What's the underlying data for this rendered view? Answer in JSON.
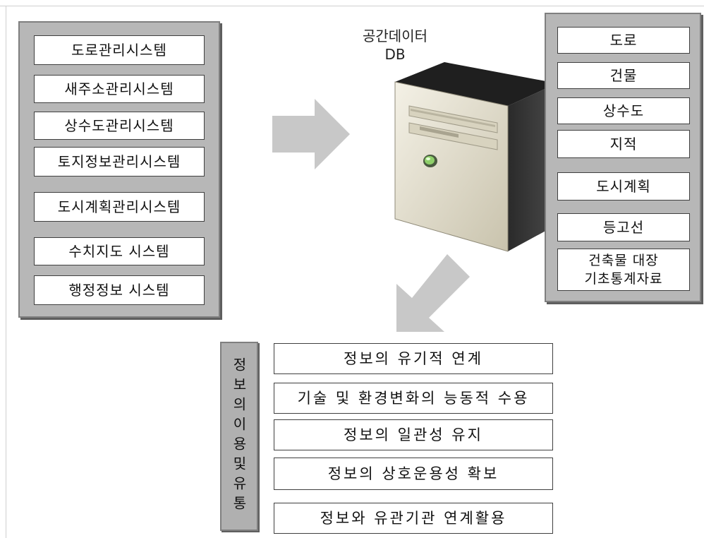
{
  "systems": [
    "도로관리시스템",
    "새주소관리시스템",
    "상수도관리시스템",
    "토지정보관리시스템",
    "도시계획관리시스템",
    "수치지도 시스템",
    "행정정보 시스템"
  ],
  "server": {
    "label_line1": "공간데이터",
    "label_line2": "DB"
  },
  "layers": [
    "도로",
    "건물",
    "상수도",
    "지적",
    "도시계획",
    "등고선",
    "건축물 대장\n기초통계자료"
  ],
  "usage": {
    "vertical_label": "정보의이용및유통",
    "items": [
      "정보의 유기적 연계",
      "기술 및 환경변화의 능동적 수용",
      "정보의 일관성 유지",
      "정보의 상호운용성 확보",
      "정보와 유관기관 연계활용"
    ]
  },
  "colors": {
    "panel": "#b7b7b7",
    "arrow": "#c8c8c8",
    "server_body": "#e6e1cf"
  }
}
